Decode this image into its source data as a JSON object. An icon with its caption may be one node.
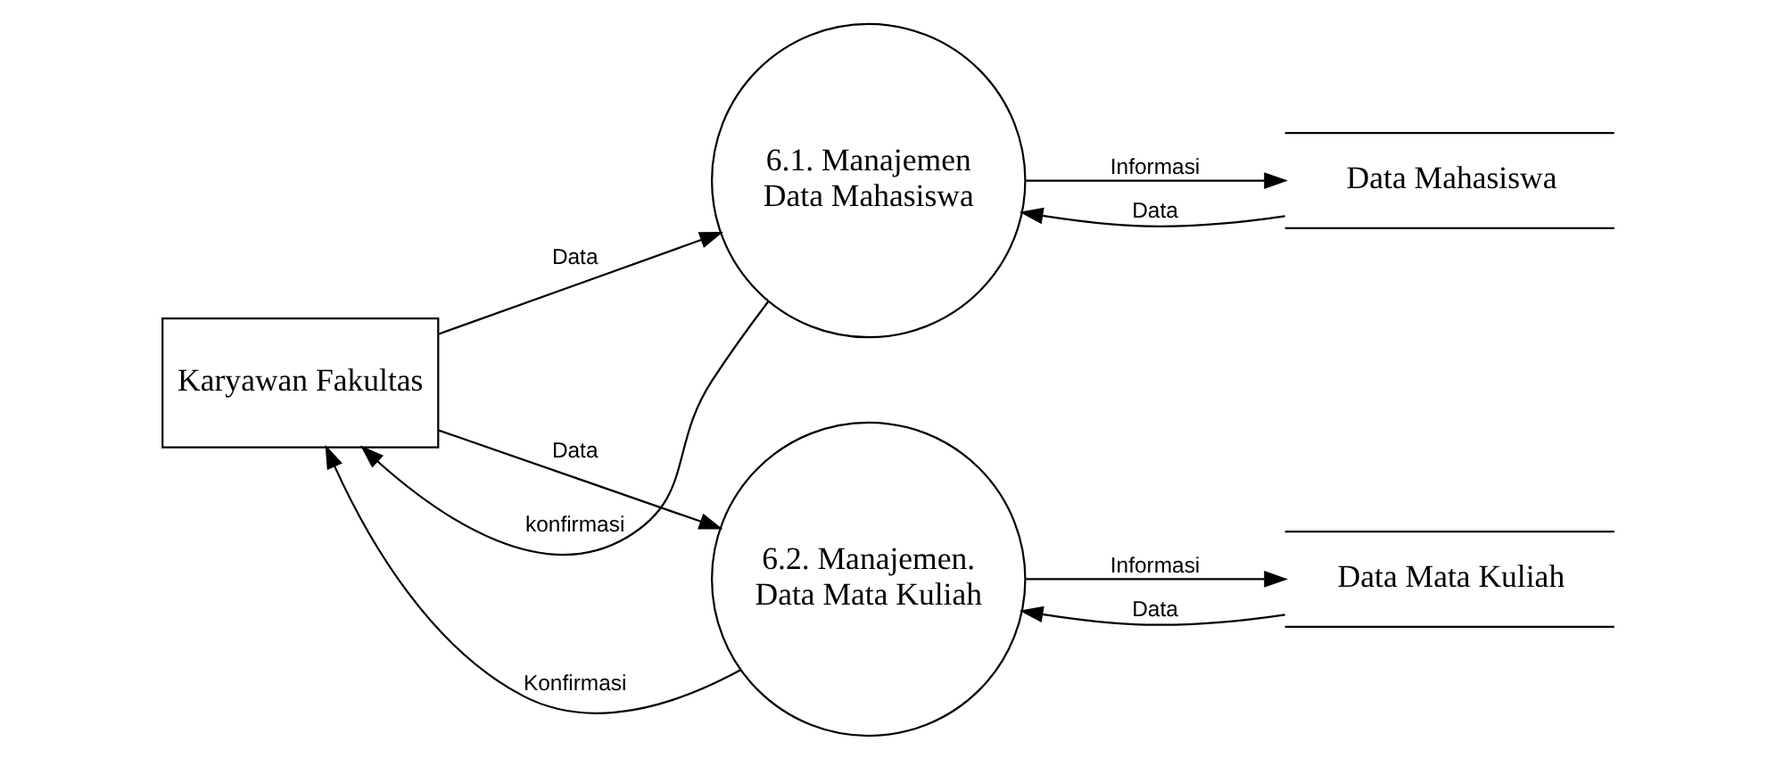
{
  "diagram": {
    "nodes": [
      {
        "text": [
          "Karyawan Fakultas"
        ]
      },
      {
        "text": [
          "6.1. Manajemen Data Mahasiswa"
        ]
      },
      {
        "text": [
          "Data Mahasiswa"
        ]
      },
      {
        "text": [
          "6.2. Manajemen. Data Mata Kuliah"
        ]
      },
      {
        "text": [
          "Data Mata Kuliah"
        ]
      }
    ],
    "edges": [
      {
        "from": 0,
        "to": 1,
        "arrow": "to",
        "label": "Data"
      },
      {
        "from": 1,
        "to": 0,
        "arrow": "to",
        "label": "konfirmasi"
      },
      {
        "from": 0,
        "to": 3,
        "arrow": "to",
        "label": "Data"
      },
      {
        "from": 3,
        "to": 0,
        "arrow": "to",
        "label": "Konfirmasi"
      },
      {
        "from": 1,
        "to": 2,
        "arrow": "to",
        "label": "Informasi"
      },
      {
        "from": 2,
        "to": 1,
        "arrow": "to",
        "label": "Data"
      },
      {
        "from": 3,
        "to": 4,
        "arrow": "to",
        "label": "Informasi"
      },
      {
        "from": 4,
        "to": 3,
        "arrow": "to",
        "label": "Data"
      }
    ]
  }
}
